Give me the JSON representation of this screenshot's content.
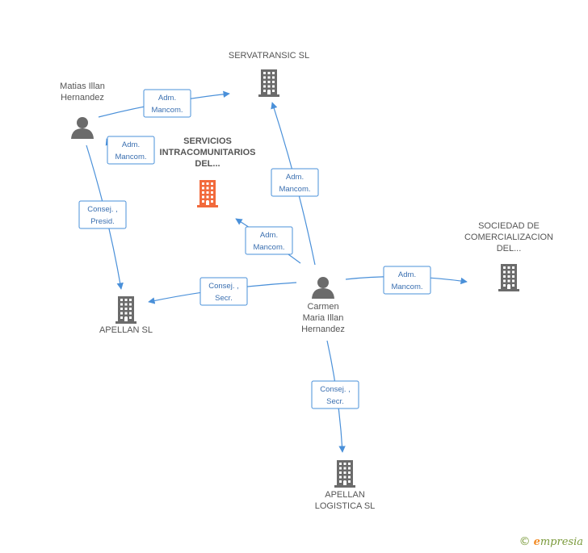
{
  "nodes": [
    {
      "id": "servatransic",
      "type": "company",
      "label_lines": [
        "SERVATRANSIC SL"
      ]
    },
    {
      "id": "servicios",
      "type": "company",
      "main": true,
      "label_lines": [
        "SERVICIOS",
        "INTRACOMUNITARIOS",
        "DEL..."
      ]
    },
    {
      "id": "matias",
      "type": "person",
      "label_lines": [
        "Matias Illan",
        "Hernandez"
      ]
    },
    {
      "id": "carmen",
      "type": "person",
      "label_lines": [
        "Carmen",
        "Maria Illan",
        "Hernandez"
      ]
    },
    {
      "id": "apellan",
      "type": "company",
      "label_lines": [
        "APELLAN SL"
      ]
    },
    {
      "id": "sociedad",
      "type": "company",
      "label_lines": [
        "SOCIEDAD DE",
        "COMERCIALIZACION",
        "DEL..."
      ]
    },
    {
      "id": "apellan_logistica",
      "type": "company",
      "label_lines": [
        "APELLAN",
        "LOGISTICA SL"
      ]
    }
  ],
  "edges": [
    {
      "from": "matias",
      "to": "servatransic",
      "label_lines": [
        "Adm.",
        "Mancom."
      ]
    },
    {
      "from": "matias",
      "to": "servicios",
      "label_lines": [
        "Adm.",
        "Mancom."
      ]
    },
    {
      "from": "matias",
      "to": "apellan",
      "label_lines": [
        "Consej. ,",
        "Presid."
      ]
    },
    {
      "from": "carmen",
      "to": "servatransic",
      "label_lines": [
        "Adm.",
        "Mancom."
      ]
    },
    {
      "from": "carmen",
      "to": "servicios",
      "label_lines": [
        "Adm.",
        "Mancom."
      ]
    },
    {
      "from": "carmen",
      "to": "apellan",
      "label_lines": [
        "Consej. ,",
        "Secr."
      ]
    },
    {
      "from": "carmen",
      "to": "sociedad",
      "label_lines": [
        "Adm.",
        "Mancom."
      ]
    },
    {
      "from": "carmen",
      "to": "apellan_logistica",
      "label_lines": [
        "Consej. ,",
        "Secr."
      ]
    }
  ],
  "colors": {
    "edge": "#4a90d9",
    "icon": "#6b6b6b",
    "main_icon": "#f26a3c"
  },
  "footer": {
    "copyright_symbol": "©",
    "brand_initial": "e",
    "brand_rest": "mpresia"
  }
}
